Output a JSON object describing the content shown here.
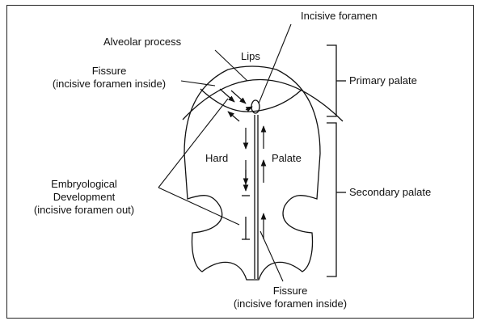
{
  "labels": {
    "incisive_foramen": "Incisive foramen",
    "alveolar_process": "Alveolar process",
    "lips": "Lips",
    "fissure_top_line1": "Fissure",
    "fissure_top_line2": "(incisive foramen inside)",
    "primary_palate": "Primary palate",
    "hard": "Hard",
    "palate": "Palate",
    "embryo_line1": "Embryological",
    "embryo_line2": "Development",
    "embryo_line3": "(incisive foramen out)",
    "secondary_palate": "Secondary palate",
    "fissure_bottom_line1": "Fissure",
    "fissure_bottom_line2": "(incisive foramen inside)"
  }
}
